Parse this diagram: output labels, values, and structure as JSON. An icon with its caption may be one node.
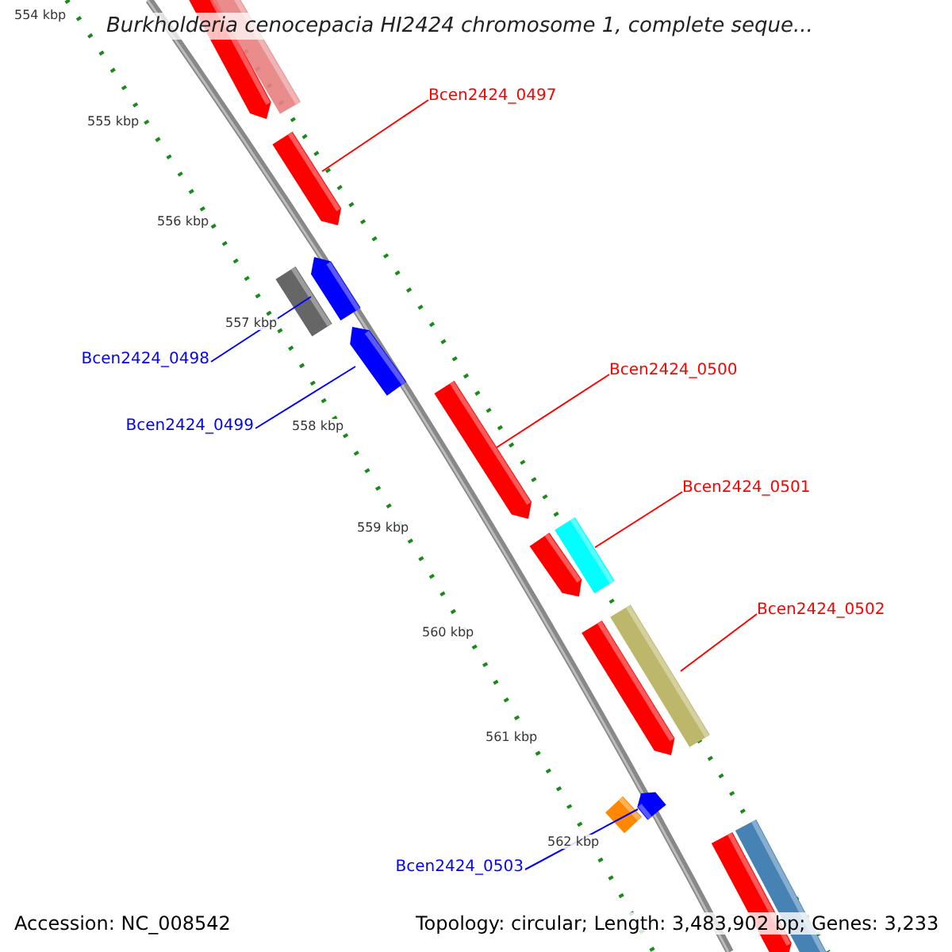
{
  "diagram": {
    "title": "Burkholderia cenocepacia HI2424 chromosome 1, complete seque...",
    "nodes": [
      {
        "text": [
          "Bcen2424_0497"
        ]
      },
      {
        "text": [],
        "shape": "bar"
      },
      {
        "text": [
          "Bcen2424_0498"
        ]
      },
      {
        "text": [],
        "shape": "bar"
      },
      {
        "text": [
          "Bcen2424_0499"
        ]
      },
      {
        "text": [],
        "shape": "bar"
      },
      {
        "text": [
          "Bcen2424_0500"
        ]
      },
      {
        "text": [],
        "shape": "bar"
      },
      {
        "text": [
          "Bcen2424_0501"
        ]
      },
      {
        "text": [],
        "shape": "bar"
      },
      {
        "text": [
          "Bcen2424_0502"
        ]
      },
      {
        "text": [],
        "shape": "bar"
      },
      {
        "text": [
          "Bcen2424_0503"
        ]
      },
      {
        "text": [],
        "shape": "bar"
      }
    ],
    "edges": [
      {
        "from": 0,
        "to": 1,
        "arrow": "none"
      },
      {
        "from": 2,
        "to": 3,
        "arrow": "none",
        "color": "#0000ff"
      },
      {
        "from": 4,
        "to": 5,
        "arrow": "none",
        "color": "#0000ff"
      },
      {
        "from": 6,
        "to": 7,
        "arrow": "none"
      },
      {
        "from": 8,
        "to": 9,
        "arrow": "none"
      },
      {
        "from": 10,
        "to": 11,
        "arrow": "none"
      },
      {
        "from": 12,
        "to": 13,
        "arrow": "none",
        "color": "#0000ff"
      }
    ],
    "labels": [
      "554 kbp",
      "555 kbp",
      "556 kbp",
      "557 kbp",
      "558 kbp",
      "559 kbp",
      "560 kbp",
      "561 kbp",
      "562 kbp",
      "Accession: NC_008542",
      "Topology: circular; Length: 3,483,902 bp; Genes: 3,233"
    ]
  }
}
